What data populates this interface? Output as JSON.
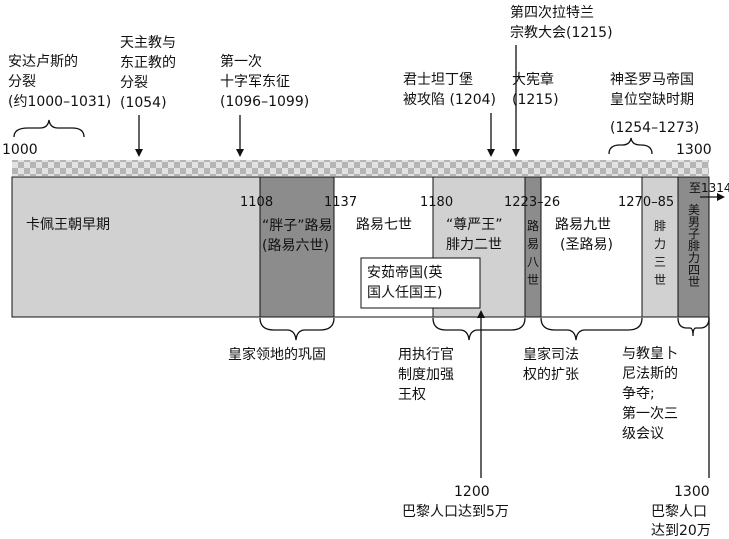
{
  "timeline": {
    "start_year": "1000",
    "end_year": "1300"
  },
  "top_events": [
    {
      "lines": [
        "安达卢斯的",
        "分裂",
        "(约1000–1031)"
      ]
    },
    {
      "lines": [
        "天主教与",
        "东正教的",
        "分裂",
        "(1054)"
      ]
    },
    {
      "lines": [
        "第一次",
        "十字军东征",
        "(1096–1099)"
      ]
    },
    {
      "lines": [
        "君士坦丁堡",
        "被攻陷 (1204)"
      ]
    },
    {
      "lines": [
        "第四次拉特兰",
        "宗教大会(1215)"
      ]
    },
    {
      "lines": [
        "大宪章",
        "(1215)"
      ]
    },
    {
      "lines": [
        "神圣罗马帝国",
        "皇位空缺时期",
        "(1254–1273)"
      ]
    }
  ],
  "reign_years": {
    "y1108": "1108",
    "y1137": "1137",
    "y1180": "1180",
    "y1223": "1223–26",
    "y1270": "1270–85",
    "y1314": "至1314"
  },
  "reigns": {
    "early": "卡佩王朝早期",
    "louis6": [
      "“胖子”路易",
      "(路易六世)"
    ],
    "louis7": "路易七世",
    "philip2": [
      "“尊严王”",
      "腓力二世"
    ],
    "louis8": "路易八世",
    "louis9": [
      "路易九世",
      "(圣路易)"
    ],
    "philip3": "腓力三世",
    "philip4": "美男子腓力四世"
  },
  "angevin": [
    "安茹帝国(英",
    "国人任国王)"
  ],
  "bottom_themes": [
    {
      "lines": [
        "皇家领地的巩固"
      ]
    },
    {
      "lines": [
        "用执行官",
        "制度加强",
        "王权"
      ]
    },
    {
      "lines": [
        "皇家司法",
        "权的扩张"
      ]
    },
    {
      "lines": [
        "与教皇卜",
        "尼法斯的",
        "争夺;",
        "第一次三",
        "级会议"
      ]
    }
  ],
  "population": [
    {
      "year": "1200",
      "text": "巴黎人口达到5万"
    },
    {
      "year": "1300",
      "lines": [
        "巴黎人口",
        "达到20万"
      ]
    }
  ],
  "colors": {
    "light_fill": "#d1d1d1",
    "dark_fill": "#8c8c8c",
    "white_fill": "#ffffff",
    "stroke": "#111111"
  }
}
